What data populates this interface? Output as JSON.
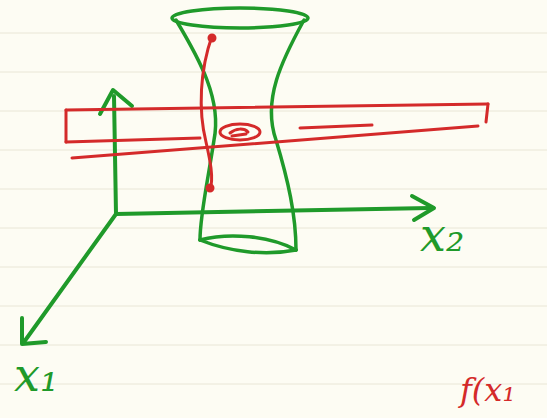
{
  "diagram": {
    "labels": [
      "x₂",
      "x₁",
      "f(x₁"
    ]
  }
}
